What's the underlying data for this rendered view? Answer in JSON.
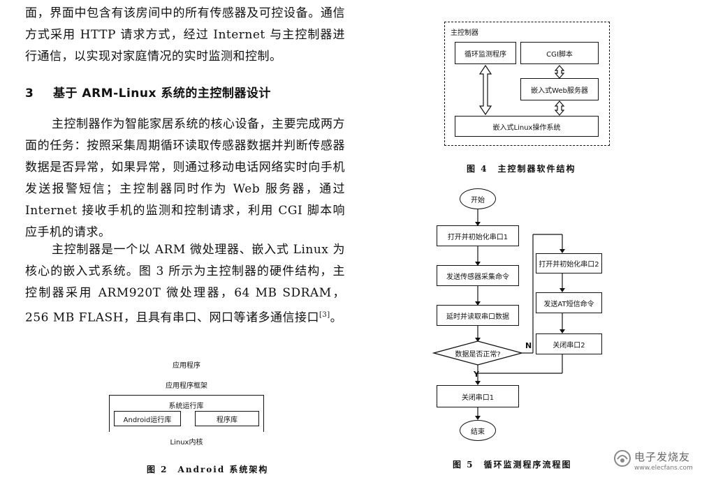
{
  "left_column": {
    "para_intro": "面，界面中包含有该房间中的所有传感器及可控设备。通信方式采用 HTTP 请求方式，经过 Internet 与主控制器进行通信，以实现对家庭情况的实时监测和控制。",
    "section_number": "3",
    "section_title": "基于 ARM-Linux 系统的主控制器设计",
    "para_1": "主控制器作为智能家居系统的核心设备，主要完成两方面的任务：按照采集周期循环读取传感器数据并判断传感器数据是否异常，如果异常，则通过移动电话网络实时向手机发送报警短信；主控制器同时作为 Web 服务器，通过 Internet 接收手机的监测和控制请求，利用 CGI 脚本响应手机的请求。",
    "para_2": "主控制器是一个以 ARM 微处理器、嵌入式 Linux 为核心的嵌入式系统。图 3 所示为主控制器的硬件结构，主控制器采用 ARM920T 微处理器，64 MB SDRAM，256 MB FLASH，且具有串口、网口等诸多通信接口",
    "para_2_ref": "[3]",
    "para_2_end": "。"
  },
  "figure2": {
    "layers": [
      "应用程序",
      "应用程序框架",
      "系统运行库",
      "Linux内核"
    ],
    "runtime_items": [
      "Android运行库",
      "程序库"
    ],
    "caption": "图 2　Android 系统架构"
  },
  "figure4": {
    "container_label": "主控制器",
    "boxes": {
      "loop_program": "循环监测程序",
      "cgi": "CGI脚本",
      "web_server": "嵌入式Web服务器",
      "os": "嵌入式Linux操作系统"
    },
    "caption": "图 4　主控制器软件结构"
  },
  "figure5": {
    "start": "开始",
    "open_serial1": "打开并初始化串口1",
    "send_sensor_cmd": "发送传感器采集命令",
    "delay_read": "延时并读取串口数据",
    "decision": "数据是否正常?",
    "close_serial1": "关闭串口1",
    "end": "结束",
    "open_serial2": "打开并初始化串口2",
    "send_at": "发送AT短信命令",
    "close_serial2": "关闭串口2",
    "label_n": "N",
    "label_y": "Y",
    "caption": "图 5　循环监测程序流程图"
  },
  "watermark": {
    "text": "电子发烧友",
    "url": "www.elecfans.com"
  }
}
